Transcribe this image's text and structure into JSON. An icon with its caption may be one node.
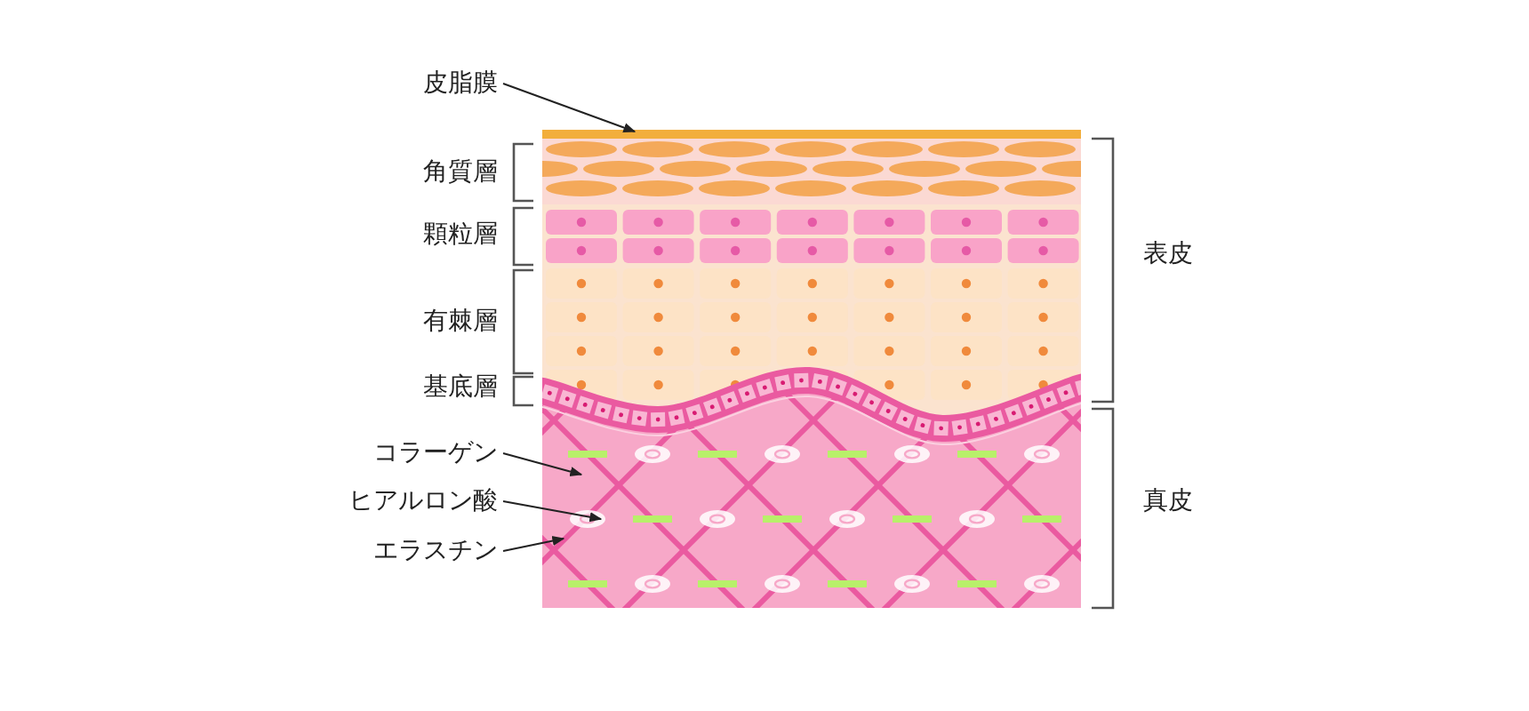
{
  "diagram": {
    "nodes": [
      {
        "text": [
          "皮脂膜"
        ]
      },
      {
        "text": [
          "コラーゲン"
        ]
      },
      {
        "text": [
          "ヒアルロン酸"
        ]
      },
      {
        "text": [
          "エラスチン"
        ]
      }
    ],
    "edges": [
      {
        "from": 0,
        "to": null,
        "arrow": "to"
      },
      {
        "from": 1,
        "to": null,
        "arrow": "to"
      },
      {
        "from": 2,
        "to": null,
        "arrow": "to"
      },
      {
        "from": 3,
        "to": null,
        "arrow": "to"
      }
    ],
    "labels": [
      "角質層",
      "顆粒層",
      "有棘層",
      "基底層",
      "表皮",
      "真皮"
    ]
  }
}
